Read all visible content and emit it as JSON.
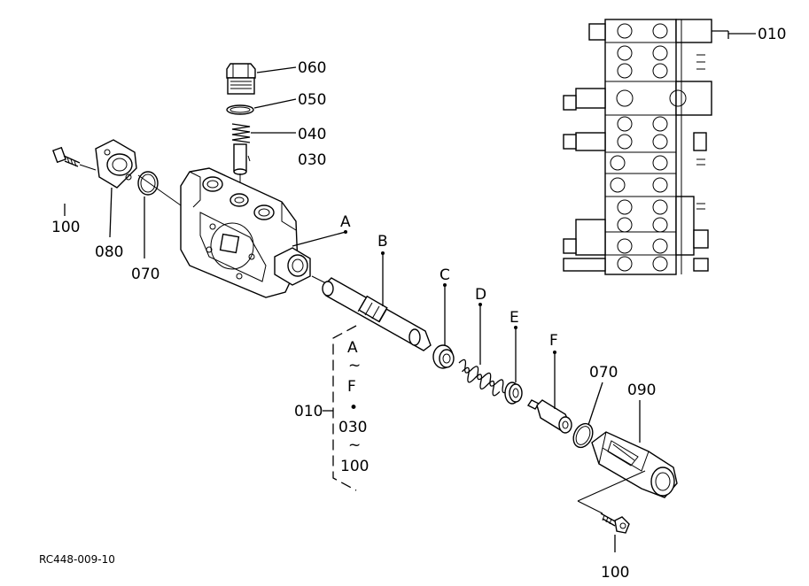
{
  "labels": {
    "p060": "060",
    "p050": "050",
    "p040": "040",
    "p030": "030",
    "p010_top": "010",
    "p100_left": "100",
    "p080": "080",
    "p070_left": "070",
    "pA": "A",
    "pB": "B",
    "pC": "C",
    "pD": "D",
    "pE": "E",
    "pF": "F",
    "p070_right": "070",
    "p090": "090",
    "p100_bottom": "100",
    "p010_group": "010",
    "group_A": "A",
    "group_tilde1": "~",
    "group_F": "F",
    "group_dot": "•",
    "group_030": "030",
    "group_tilde2": "~",
    "group_100": "100",
    "drawing_code": "RC448-009-10"
  }
}
